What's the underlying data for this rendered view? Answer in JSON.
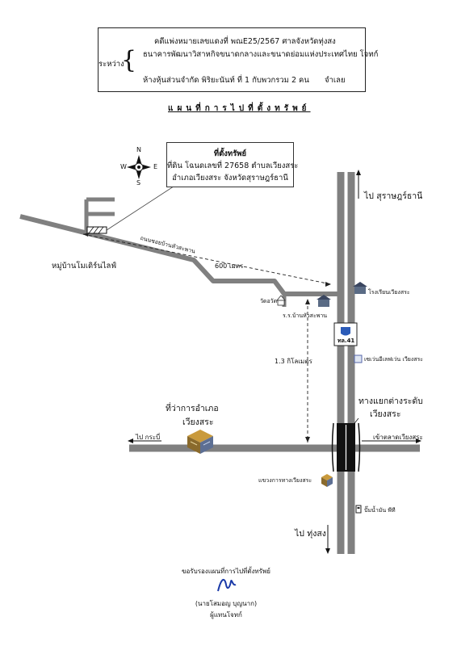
{
  "header": {
    "line1": "คดีแพ่งหมายเลขแดงที่  พณE25/2567   ศาลจังหวัดทุ่งสง",
    "line2": "ธนาคารพัฒนาวิสาหกิจขนาดกลางและขนาดย่อมแห่งประเทศไทย  โจทก์",
    "between_label": "ระหว่าง",
    "line3": "ห้างหุ้นส่วนจำกัด พิริยะนันท์  ที่  1  กับพวกรวม  2  คน",
    "line3_role": "จำเลย"
  },
  "map_title": "แผนที่การไปที่ตั้งทรัพย์",
  "property_box": {
    "title": "ที่ตั้งทรัพย์",
    "line1": "ที่ดิน โฉนดเลขที่ 27658 ตำบลเวียงสระ",
    "line2": "อำเภอเวียงสระ จังหวัดสุราษฎร์ธานี"
  },
  "compass": {
    "n": "N",
    "s": "S",
    "e": "E",
    "w": "W"
  },
  "labels": {
    "village": "หมู่บ้านโมเดิร์นไลฟ์",
    "soi": "ถนนซอยบ้านหัวสะพาน",
    "dist_600": "600 เมตร",
    "to_surat": "ไป สุราษฎร์ธานี",
    "school_right": "โรงเรียนเวียงสระ",
    "school_left": "ร.ร.บ้านหัวสะพาน",
    "church": "วัดอวัด",
    "highway": "ทล.41",
    "seven_eleven": "เซเว่นอีเลฟเว่น เวียงสระ",
    "dist_13": "1.3 กิโลเมตร",
    "district_office": "ที่ว่าการอำเภอ",
    "district_office_2": "เวียงสระ",
    "junction": "ทางแยกต่างระดับ",
    "junction_2": "เวียงสระ",
    "to_krabi": "ไป กระบี่",
    "to_market": "เข้าตลาดเวียงสระ",
    "highway_office": "แขวงการทางเวียงสระ",
    "gas_station": "ปั๊มน้ำมัน พีที",
    "to_thungsong": "ไป ทุ่งสง"
  },
  "signature": {
    "certify": "ขอรับรองแผนที่การไปที่ตั้งทรัพย์",
    "name": "(นายโสมอญ    บุญนาก)",
    "role": "ผู้แทนโจทก์"
  },
  "colors": {
    "road": "#808080",
    "road_dark": "#6e6e6e",
    "line": "#222222"
  }
}
